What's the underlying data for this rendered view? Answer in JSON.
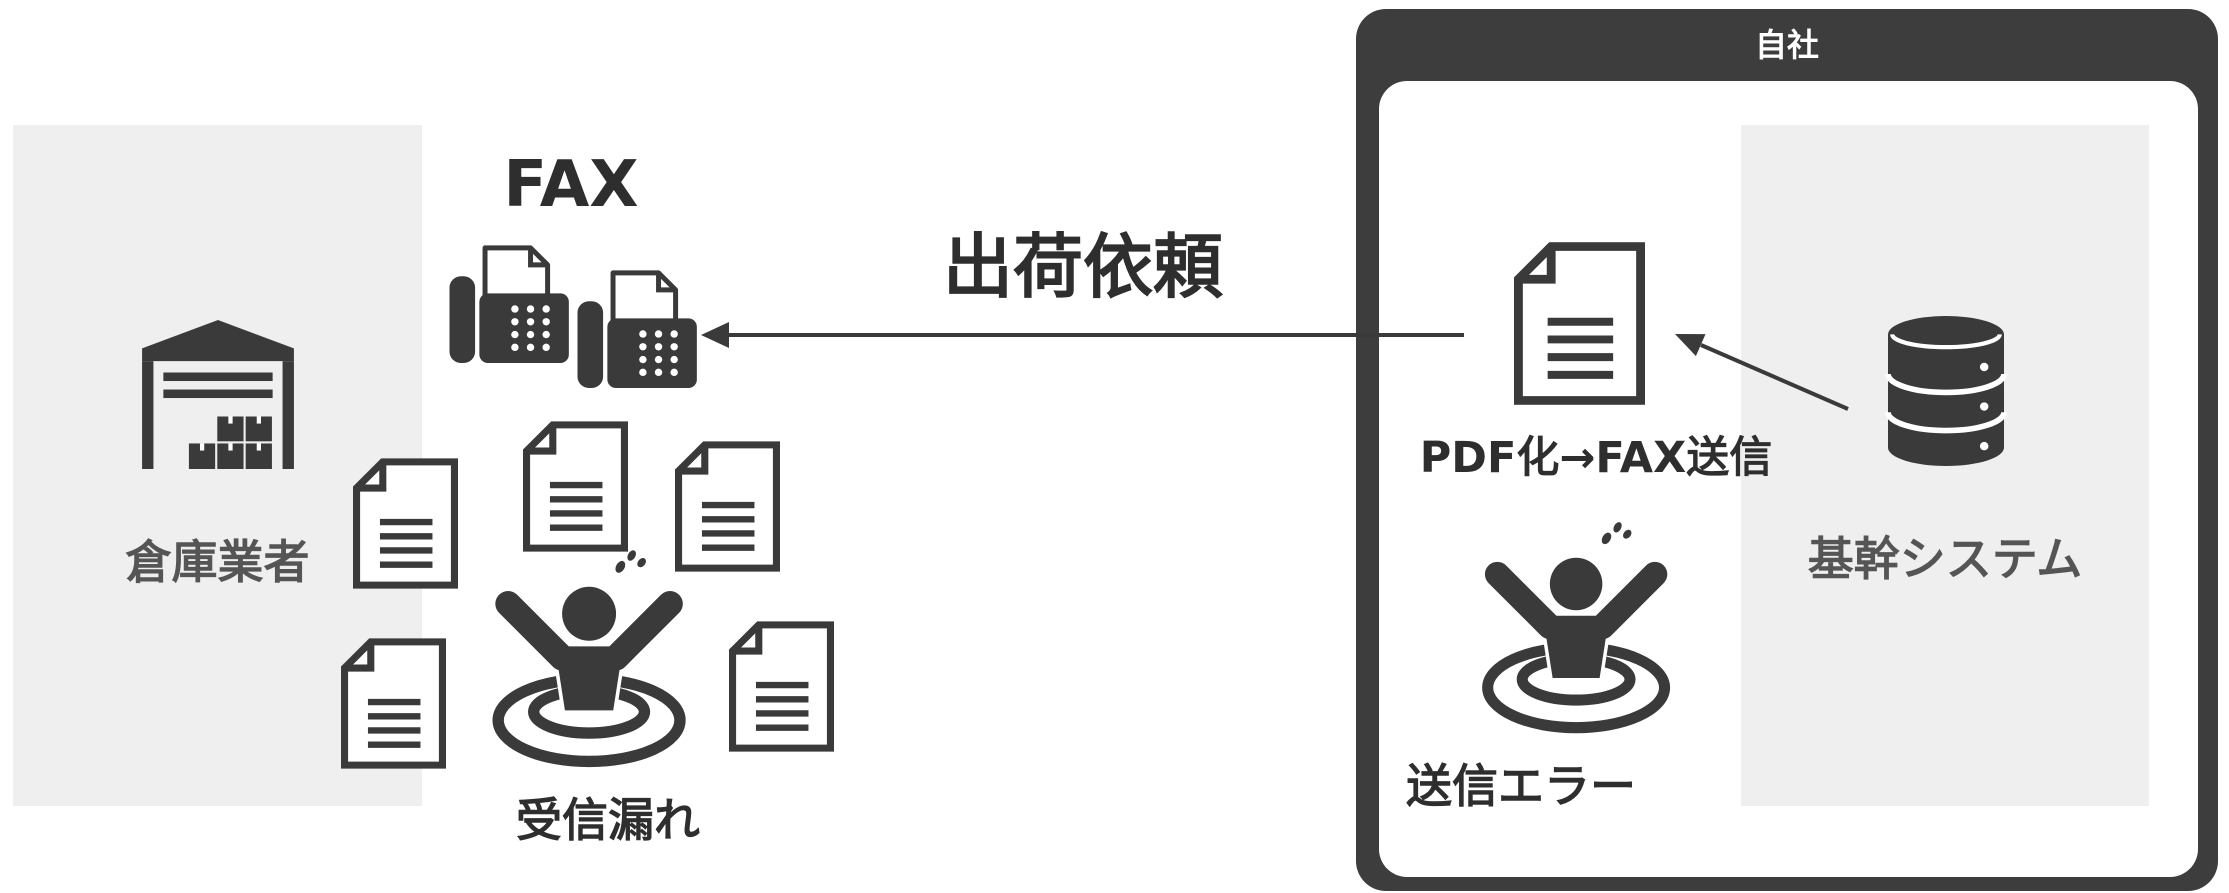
{
  "colors": {
    "icon_dark": "#3a3a3a",
    "text_dark": "#2e2e2e",
    "frame_dark": "#3d3d3d",
    "panel_gray": "#efefef",
    "label_gray": "#555555",
    "white": "#ffffff"
  },
  "warehouse": {
    "label": "倉庫業者",
    "icon": "warehouse-icon"
  },
  "fax": {
    "label": "FAX",
    "icon": "fax-machine-icon"
  },
  "request": {
    "label": "出荷依頼",
    "icon": "arrow-left-icon"
  },
  "receive_miss": {
    "label": "受信漏れ",
    "icon": "drowning-person-icon",
    "document_icon": "document-icon"
  },
  "company": {
    "title": "自社",
    "pdf_fax": {
      "label": "PDF化→FAX送信",
      "icon": "document-icon"
    },
    "core_system": {
      "label": "基幹システム",
      "icon": "database-icon"
    },
    "send_error": {
      "label": "送信エラー",
      "icon": "drowning-person-icon"
    }
  }
}
